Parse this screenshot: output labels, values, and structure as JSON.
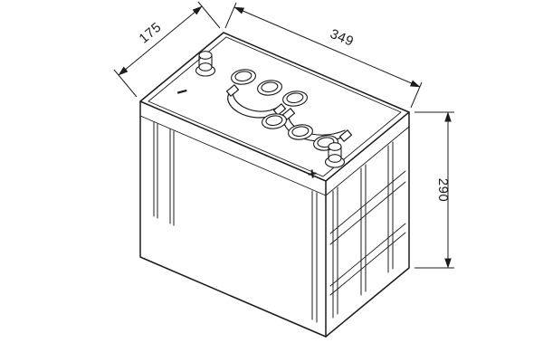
{
  "page": {
    "background_color": "#ffffff"
  },
  "drawing": {
    "subject": "battery isometric technical line drawing",
    "line_color": "#1c1c1c",
    "dimensions": {
      "width_mm": "175",
      "length_mm": "349",
      "height_mm": "290"
    },
    "terminal_markings": {
      "negative": "−",
      "positive": "+"
    }
  }
}
